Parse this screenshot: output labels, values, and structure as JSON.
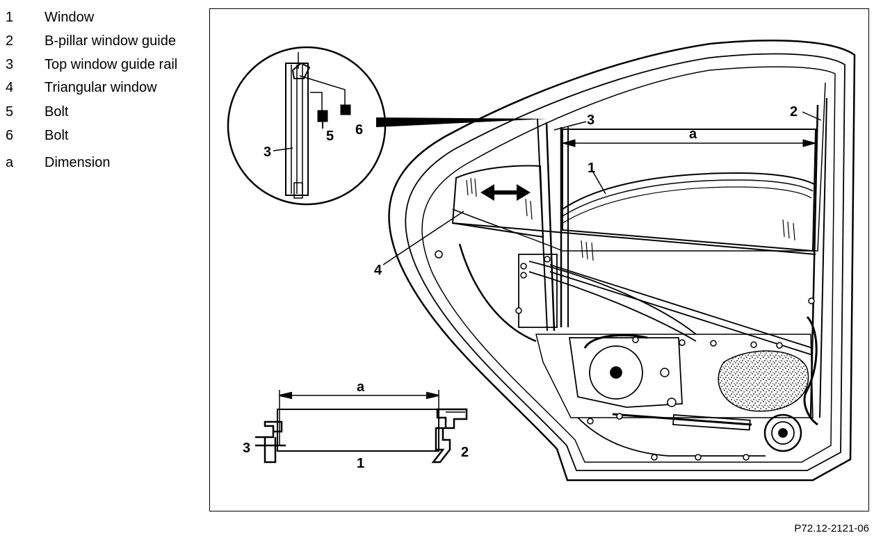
{
  "legend": [
    {
      "num": "1",
      "text": "Window"
    },
    {
      "num": "2",
      "text": "B-pillar window guide"
    },
    {
      "num": "3",
      "text": "Top window guide rail"
    },
    {
      "num": "4",
      "text": "Triangular window"
    },
    {
      "num": "5",
      "text": "Bolt"
    },
    {
      "num": "6",
      "text": "Bolt"
    },
    {
      "num": "a",
      "text": "Dimension"
    }
  ],
  "callouts": {
    "inset_3": "3",
    "inset_5": "5",
    "inset_6": "6",
    "main_1": "1",
    "main_2": "2",
    "main_3": "3",
    "main_4": "4",
    "main_a": "a",
    "section_a": "a",
    "section_1": "1",
    "section_2": "2",
    "section_3": "3"
  },
  "figure_ref": "P72.12-2121-06"
}
